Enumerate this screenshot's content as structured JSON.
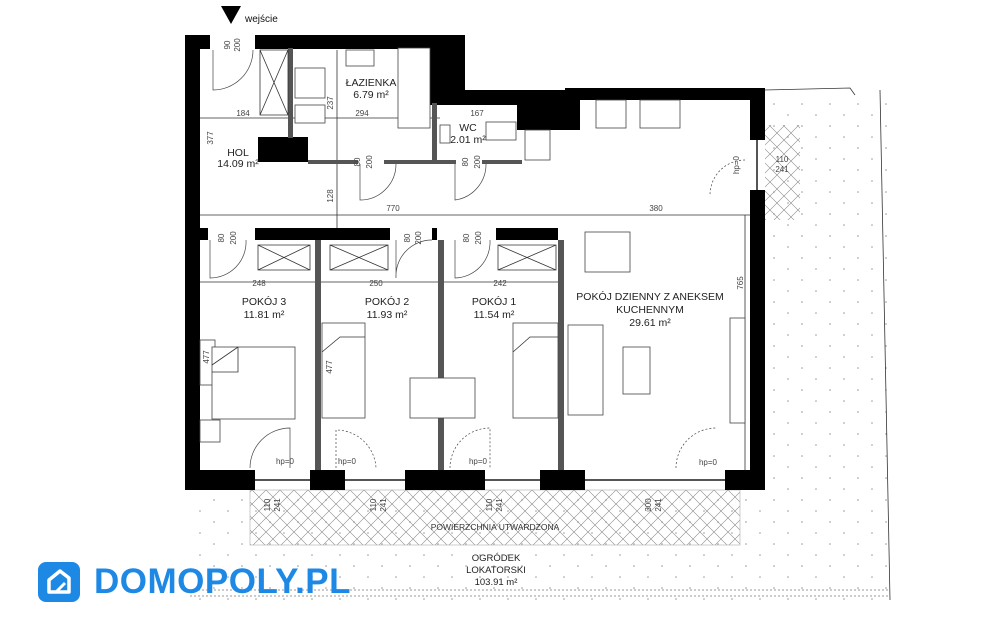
{
  "entrance": {
    "label": "wejście"
  },
  "rooms": {
    "hol": {
      "name": "HOL",
      "area": "14.09 m²"
    },
    "lazienka": {
      "name": "ŁAZIENKA",
      "area": "6.79 m²"
    },
    "wc": {
      "name": "WC",
      "area": "2.01 m²"
    },
    "pokoj3": {
      "name": "POKÓJ 3",
      "area": "11.81 m²"
    },
    "pokoj2": {
      "name": "POKÓJ 2",
      "area": "11.93 m²"
    },
    "pokoj1": {
      "name": "POKÓJ 1",
      "area": "11.54 m²"
    },
    "dzienny": {
      "name_line1": "POKÓJ DZIENNY Z ANEKSEM",
      "name_line2": "KUCHENNYM",
      "area": "29.61 m²"
    }
  },
  "outdoor": {
    "paved": "POWIERZCHNIA UTWARDZONA",
    "garden_line1": "OGRÓDEK",
    "garden_line2": "LOKATORSKI",
    "garden_area": "103.91 m²"
  },
  "dimensions": {
    "entry_w": "90",
    "entry_h": "200",
    "d184": "184",
    "d294": "294",
    "d167": "167",
    "d237": "237",
    "d377": "377",
    "d128": "128",
    "d770": "770",
    "d380": "380",
    "d765": "765",
    "door80": "80",
    "door200": "200",
    "d248": "248",
    "d250": "250",
    "d242": "242",
    "d477": "477",
    "hp": "hp=0",
    "win110": "110",
    "win241": "241",
    "win300": "300"
  },
  "brand": {
    "name": "DOMOPOLY.PL",
    "color": "#1e88e5"
  }
}
